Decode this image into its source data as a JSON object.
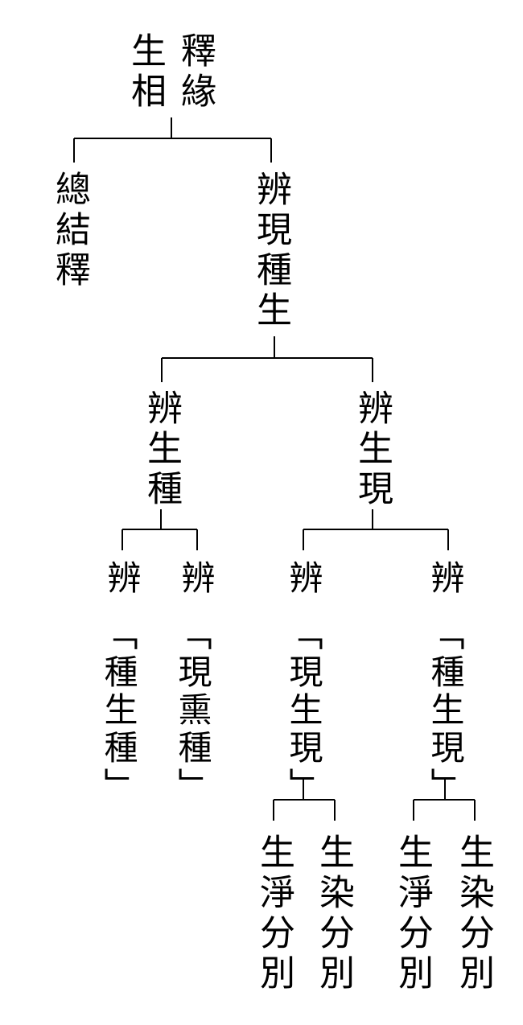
{
  "root": {
    "col1": "生相",
    "col2": "釋緣"
  },
  "level1": {
    "left": "總結釋",
    "right": "辨現種生"
  },
  "level2": {
    "left": "辨生種",
    "right": "辨生現"
  },
  "level3": {
    "a_head": "辨",
    "a_body": "「種生種」",
    "b_head": "辨",
    "b_body": "「現熏種」",
    "c_head": "辨",
    "c_body": "「現生現」",
    "d_head": "辨",
    "d_body": "「種生現」"
  },
  "level4": {
    "c_left": "生淨分別",
    "c_right": "生染分別",
    "d_left": "生淨分別",
    "d_right": "生染分別"
  }
}
